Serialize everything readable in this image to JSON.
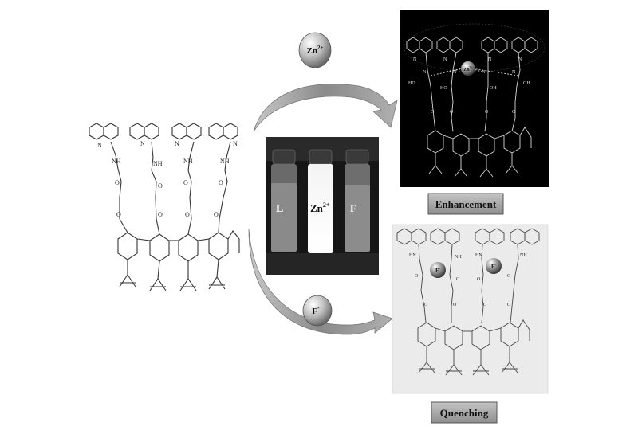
{
  "ion_zn": {
    "base": "Zn",
    "sup": "2+"
  },
  "ion_f": {
    "base": "F",
    "sup": "-"
  },
  "vials": [
    {
      "base": "L",
      "sup": ""
    },
    {
      "base": "Zn",
      "sup": "2+"
    },
    {
      "base": "F",
      "sup": "-"
    }
  ],
  "complex_zn": {
    "ion_base": "Zn",
    "ion_sup": "2+"
  },
  "complex_f": {
    "ion_base": "F",
    "ion_sup": "-"
  },
  "labels": {
    "enhancement": "Enhancement",
    "quenching": "Quenching"
  },
  "ligand_text": {
    "nh": "NH",
    "n": "N",
    "o": "O",
    "ho": "HO",
    "oh": "OH",
    "hn": "HN"
  },
  "colors": {
    "enhance_bg": "#000000",
    "quench_bg": "#ebebeb",
    "arrow": "#8a8a8a",
    "label_bg": "#a8a8a8"
  }
}
